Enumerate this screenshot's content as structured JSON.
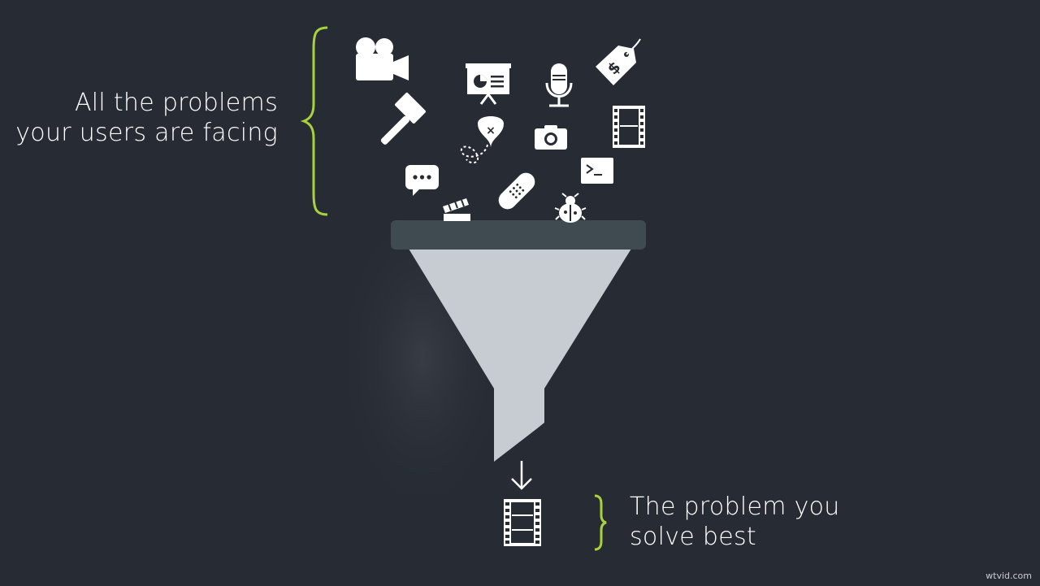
{
  "diagram": {
    "problems_label": [
      "All the problems",
      "your users are facing"
    ],
    "solution_label": [
      "The problem you",
      "solve best"
    ],
    "watermark": "wtvid.com",
    "colors": {
      "background": "#272c34",
      "brace": "#a8d23d",
      "funnel_rim": "#3f4b50",
      "funnel_body": "#c7ccd2",
      "icon": "#ffffff"
    },
    "icons": [
      "video-camera",
      "presentation",
      "microphone",
      "price-tag",
      "gavel",
      "route-map",
      "camera",
      "film-strip",
      "chat-bubble",
      "terminal",
      "bandage",
      "clapperboard",
      "bug",
      "arrow-down",
      "film-strip"
    ]
  }
}
